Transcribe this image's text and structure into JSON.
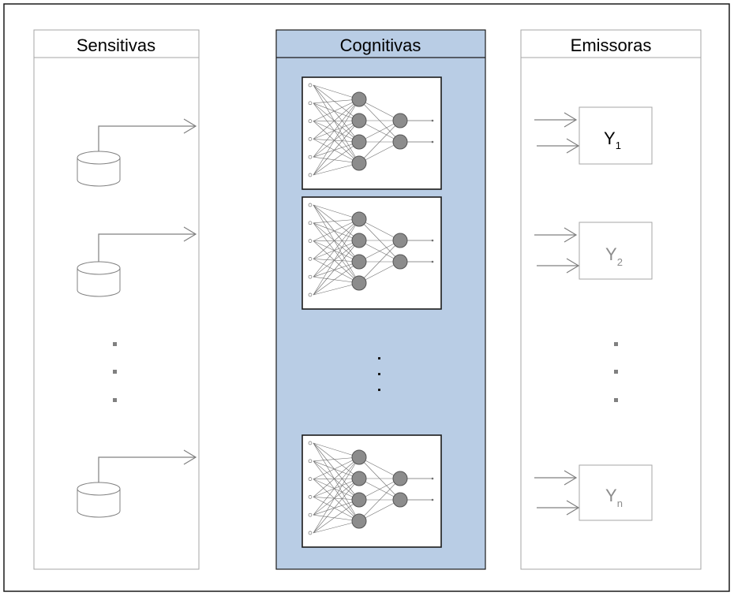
{
  "columns": {
    "sensitivas": {
      "title": "Sensitivas"
    },
    "cognitivas": {
      "title": "Cognitivas"
    },
    "emissoras": {
      "title": "Emissoras"
    }
  },
  "outputs": [
    {
      "main": "Y",
      "sub": "1"
    },
    {
      "main": "Y",
      "sub": "2"
    },
    {
      "main": "Y",
      "sub": "n"
    }
  ],
  "network": {
    "layers": [
      6,
      4,
      2
    ]
  },
  "colors": {
    "cognitive_fill": "#b9cde5",
    "neuron_fill": "#8c8c8c",
    "line_gray": "#808080",
    "dark_border": "#1a1a1a"
  }
}
